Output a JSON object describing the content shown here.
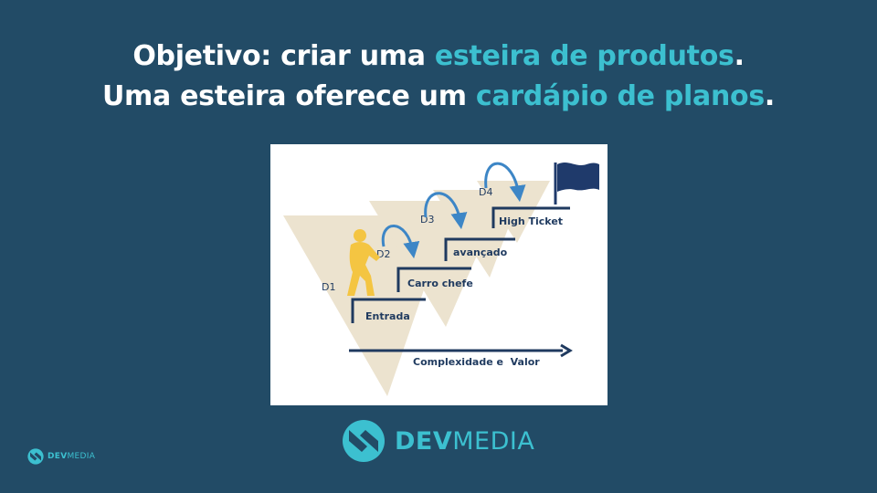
{
  "headline": {
    "line1_prefix": "Objetivo: criar uma ",
    "line1_highlight": "esteira de produtos",
    "line1_suffix": ".",
    "line2_prefix": "Uma esteira oferece um ",
    "line2_highlight": "cardápio de planos",
    "line2_suffix": "."
  },
  "diagram": {
    "stages": [
      {
        "id": "D1",
        "label": "Entrada"
      },
      {
        "id": "D2",
        "label": "Carro chefe"
      },
      {
        "id": "D3",
        "label": "avançado"
      },
      {
        "id": "D4",
        "label": "High Ticket"
      }
    ],
    "axis_label": "Complexidade e  Valor"
  },
  "brand": {
    "main_bold": "DEV",
    "main_light": "MEDIA",
    "corner_bold": "DEV",
    "corner_light": "MEDIA"
  },
  "colors": {
    "background": "#224b66",
    "accent": "#3cc0d0",
    "triangle_fill": "#ece3cf",
    "step_line": "#1f3a5f",
    "arrow": "#3d86c6",
    "figure_person": "#f4c542",
    "flag": "#1f3a6b"
  }
}
